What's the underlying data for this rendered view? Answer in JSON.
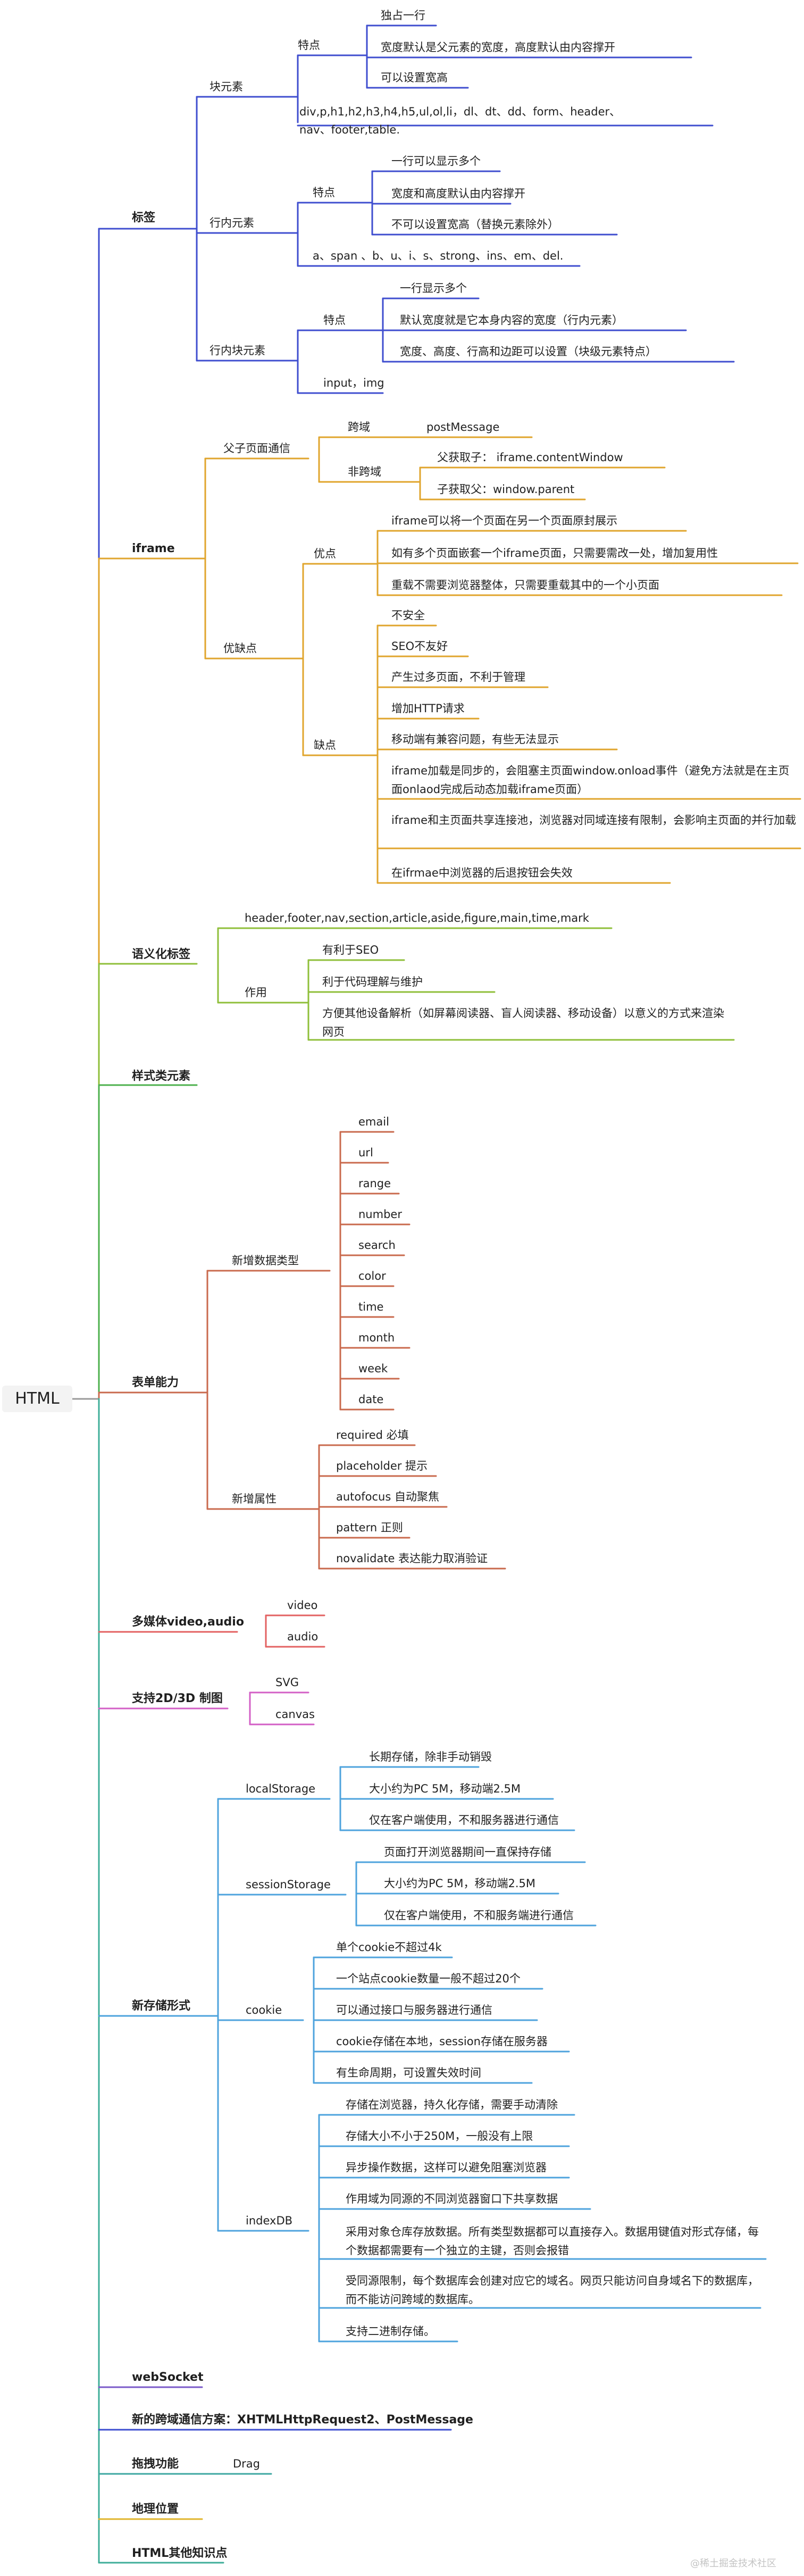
{
  "root": "HTML",
  "colors": {
    "标签": "#3f4ecf",
    "iframe": "#e0a52d",
    "语义化标签": "#8fbf3a",
    "样式类元素": "#4db04d",
    "表单能力": "#c96a4d",
    "多媒体video,audio": "#e36262",
    "支持2D/3D 制图": "#d35fc6",
    "新存储形式": "#4ea3dd",
    "webSocket": "#7a5ac9",
    "新的跨域通信方案": "#3c4ed1",
    "拖拽功能": "#3fa8a2",
    "地理位置": "#e0b52d",
    "HTML其他知识点": "#3fae99"
  },
  "categories": {
    "标签": {
      "label": "标签",
      "块元素": {
        "label": "块元素",
        "特点_label": "特点",
        "traits": [
          "独占一行",
          "宽度默认是父元素的宽度，高度默认由内容撑开",
          "可以设置宽高"
        ],
        "tags": "div,p,h1,h2,h3,h4,h5,ul,ol,li，dl、dt、dd、form、header、nav、footer,table."
      },
      "行内元素": {
        "label": "行内元素",
        "特点_label": "特点",
        "traits": [
          "一行可以显示多个",
          "宽度和高度默认由内容撑开",
          "不可以设置宽高（替换元素除外）"
        ],
        "tags": "a、span 、b、u、i、s、strong、ins、em、del."
      },
      "行内块元素": {
        "label": "行内块元素",
        "特点_label": "特点",
        "traits": [
          "一行显示多个",
          "默认宽度就是它本身内容的宽度（行内元素）",
          "宽度、高度、行高和边距可以设置（块级元素特点）"
        ],
        "tags": "input，img"
      }
    },
    "iframe": {
      "label": "iframe",
      "父子页面通信": {
        "label": "父子页面通信",
        "跨域": "跨域",
        "postMessage": "postMessage",
        "非跨域": "非跨域",
        "parent_get_child": "父获取子：  iframe.contentWindow",
        "child_get_parent": "子获取父：window.parent"
      },
      "优缺点": {
        "label": "优缺点",
        "优点": {
          "label": "优点",
          "items": [
            "iframe可以将一个页面在另一个页面原封展示",
            "如有多个页面嵌套一个iframe页面，只需要需改一处，增加复用性",
            "重载不需要浏览器整体，只需要重载其中的一个小页面"
          ]
        },
        "缺点": {
          "label": "缺点",
          "items": [
            "不安全",
            "SEO不友好",
            "产生过多页面，不利于管理",
            "增加HTTP请求",
            "移动端有兼容问题，有些无法显示",
            "iframe加载是同步的，会阻塞主页面window.onload事件（避免方法就是在主页面onlaod完成后动态加载iframe页面）",
            "iframe和主页面共享连接池，浏览器对同域连接有限制，会影响主页面的并行加载",
            "在ifrmae中浏览器的后退按钮会失效"
          ]
        }
      }
    },
    "语义化标签": {
      "label": "语义化标签",
      "tags": "header,footer,nav,section,article,aside,figure,main,time,mark",
      "作用": {
        "label": "作用",
        "items": [
          "有利于SEO",
          "利于代码理解与维护",
          "方便其他设备解析（如屏幕阅读器、盲人阅读器、移动设备）以意义的方式来渲染网页"
        ]
      }
    },
    "样式类元素": {
      "label": "样式类元素"
    },
    "表单能力": {
      "label": "表单能力",
      "新增数据类型": {
        "label": "新增数据类型",
        "items": [
          "email",
          "url",
          "range",
          "number",
          "search",
          "color",
          "time",
          "month",
          "week",
          "date"
        ]
      },
      "新增属性": {
        "label": "新增属性",
        "items": [
          "required 必填",
          "placeholder 提示",
          "autofocus 自动聚焦",
          "pattern 正则",
          "novalidate 表达能力取消验证"
        ]
      }
    },
    "多媒体": {
      "label": "多媒体video,audio",
      "items": [
        "video",
        "audio"
      ]
    },
    "制图": {
      "label": "支持2D/3D 制图",
      "items": [
        "SVG",
        "canvas"
      ]
    },
    "新存储形式": {
      "label": "新存储形式",
      "localStorage": {
        "label": "localStorage",
        "items": [
          "长期存储，除非手动销毁",
          "大小约为PC 5M，移动端2.5M",
          "仅在客户端使用，不和服务器进行通信"
        ]
      },
      "sessionStorage": {
        "label": "sessionStorage",
        "items": [
          "页面打开浏览器期间一直保持存储",
          "大小约为PC 5M，移动端2.5M",
          "仅在客户端使用，不和服务端进行通信"
        ]
      },
      "cookie": {
        "label": "cookie",
        "items": [
          "单个cookie不超过4k",
          "一个站点cookie数量一般不超过20个",
          "可以通过接口与服务器进行通信",
          "cookie存储在本地，session存储在服务器",
          "有生命周期，可设置失效时间"
        ]
      },
      "indexDB": {
        "label": "indexDB",
        "items": [
          "存储在浏览器，持久化存储，需要手动清除",
          "存储大小不小于250M，一般没有上限",
          "异步操作数据，这样可以避免阻塞浏览器",
          "作用域为同源的不同浏览器窗口下共享数据",
          "采用对象仓库存放数据。所有类型数据都可以直接存入。数据用键值对形式存储，每个数据都需要有一个独立的主键，否则会报错",
          "受同源限制，每个数据库会创建对应它的域名。网页只能访问自身域名下的数据库，而不能访问跨域的数据库。",
          "支持二进制存储。"
        ]
      }
    },
    "webSocket": {
      "label": "webSocket"
    },
    "跨域通信": {
      "label": "新的跨域通信方案：XHTMLHttpRequest2、PostMessage"
    },
    "拖拽功能": {
      "label": "拖拽功能",
      "items": [
        "Drag"
      ]
    },
    "地理位置": {
      "label": "地理位置"
    },
    "其他知识点": {
      "label": "HTML其他知识点"
    }
  },
  "watermark": "@稀土掘金技术社区"
}
